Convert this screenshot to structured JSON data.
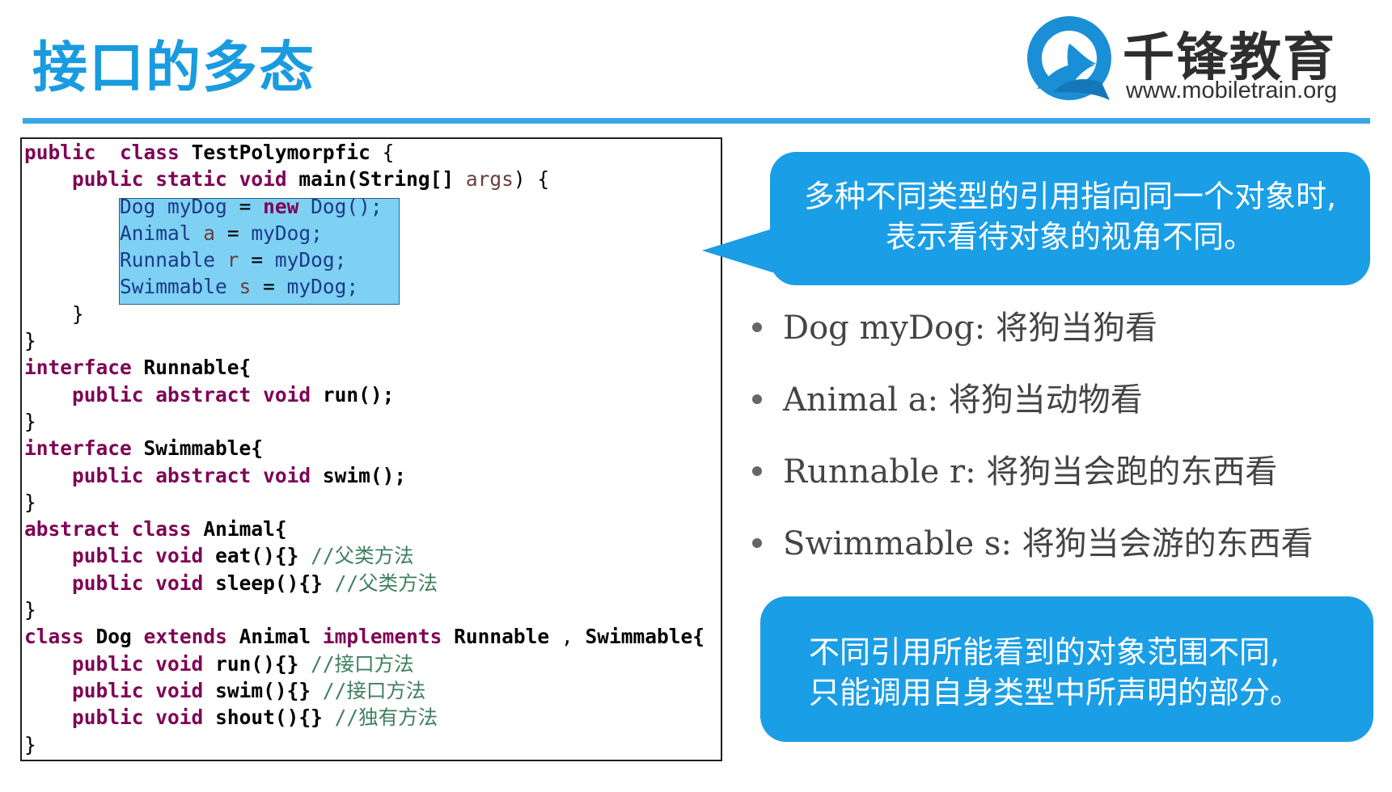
{
  "title": "接口的多态",
  "logo": {
    "name": "千锋教育",
    "url": "www.mobiletrain.org"
  },
  "code": {
    "lines": [
      [
        [
          "kw",
          "public"
        ],
        [
          "",
          "  "
        ],
        [
          "kw",
          "class"
        ],
        [
          "",
          " "
        ],
        [
          "ty",
          "TestPolymorpfic"
        ],
        [
          "",
          " {"
        ]
      ],
      [
        [
          "",
          "    "
        ],
        [
          "kw",
          "public"
        ],
        [
          "",
          " "
        ],
        [
          "kw",
          "static"
        ],
        [
          "",
          " "
        ],
        [
          "kw",
          "void"
        ],
        [
          "",
          " "
        ],
        [
          "ty",
          "main(String[]"
        ],
        [
          "",
          " "
        ],
        [
          "lv",
          "args"
        ],
        [
          "",
          ") {"
        ]
      ],
      [
        [
          "",
          "        "
        ],
        [
          "hv",
          "Dog"
        ],
        [
          "",
          " "
        ],
        [
          "hv",
          "myDog"
        ],
        [
          "",
          " = "
        ],
        [
          "kw",
          "new"
        ],
        [
          "",
          " "
        ],
        [
          "hv",
          "Dog();"
        ]
      ],
      [
        [
          "",
          "        "
        ],
        [
          "hv",
          "Animal"
        ],
        [
          "",
          " "
        ],
        [
          "lv",
          "a"
        ],
        [
          "",
          " = "
        ],
        [
          "hv",
          "myDog;"
        ]
      ],
      [
        [
          "",
          "        "
        ],
        [
          "hv",
          "Runnable"
        ],
        [
          "",
          " "
        ],
        [
          "lv",
          "r"
        ],
        [
          "",
          " = "
        ],
        [
          "hv",
          "myDog;"
        ]
      ],
      [
        [
          "",
          "        "
        ],
        [
          "hv",
          "Swimmable"
        ],
        [
          "",
          " "
        ],
        [
          "lv",
          "s"
        ],
        [
          "",
          " = "
        ],
        [
          "hv",
          "myDog;"
        ]
      ],
      [
        [
          "",
          "    }"
        ]
      ],
      [
        [
          "",
          "}"
        ]
      ],
      [
        [
          "kw",
          "interface"
        ],
        [
          "",
          " "
        ],
        [
          "ty",
          "Runnable{"
        ]
      ],
      [
        [
          "",
          "    "
        ],
        [
          "kw",
          "public"
        ],
        [
          "",
          " "
        ],
        [
          "kw",
          "abstract"
        ],
        [
          "",
          " "
        ],
        [
          "kw",
          "void"
        ],
        [
          "",
          " "
        ],
        [
          "ty",
          "run();"
        ]
      ],
      [
        [
          "",
          "}"
        ]
      ],
      [
        [
          "kw",
          "interface"
        ],
        [
          "",
          " "
        ],
        [
          "ty",
          "Swimmable{"
        ]
      ],
      [
        [
          "",
          "    "
        ],
        [
          "kw",
          "public"
        ],
        [
          "",
          " "
        ],
        [
          "kw",
          "abstract"
        ],
        [
          "",
          " "
        ],
        [
          "kw",
          "void"
        ],
        [
          "",
          " "
        ],
        [
          "ty",
          "swim();"
        ]
      ],
      [
        [
          "",
          "}"
        ]
      ],
      [
        [
          "kw",
          "abstract"
        ],
        [
          "",
          " "
        ],
        [
          "kw",
          "class"
        ],
        [
          "",
          " "
        ],
        [
          "ty",
          "Animal{"
        ]
      ],
      [
        [
          "",
          "    "
        ],
        [
          "kw",
          "public"
        ],
        [
          "",
          " "
        ],
        [
          "kw",
          "void"
        ],
        [
          "",
          " "
        ],
        [
          "ty",
          "eat(){}"
        ],
        [
          "",
          " "
        ],
        [
          "cm",
          "//父类方法"
        ]
      ],
      [
        [
          "",
          "    "
        ],
        [
          "kw",
          "public"
        ],
        [
          "",
          " "
        ],
        [
          "kw",
          "void"
        ],
        [
          "",
          " "
        ],
        [
          "ty",
          "sleep(){}"
        ],
        [
          "",
          " "
        ],
        [
          "cm",
          "//父类方法"
        ]
      ],
      [
        [
          "",
          "}"
        ]
      ],
      [
        [
          "kw",
          "class"
        ],
        [
          "",
          " "
        ],
        [
          "ty",
          "Dog"
        ],
        [
          "",
          " "
        ],
        [
          "kw",
          "extends"
        ],
        [
          "",
          " "
        ],
        [
          "ty",
          "Animal"
        ],
        [
          "",
          " "
        ],
        [
          "kw",
          "implements"
        ],
        [
          "",
          " "
        ],
        [
          "ty",
          "Runnable"
        ],
        [
          "",
          " , "
        ],
        [
          "ty",
          "Swimmable{"
        ]
      ],
      [
        [
          "",
          "    "
        ],
        [
          "kw",
          "public"
        ],
        [
          "",
          " "
        ],
        [
          "kw",
          "void"
        ],
        [
          "",
          " "
        ],
        [
          "ty",
          "run(){}"
        ],
        [
          "",
          " "
        ],
        [
          "cm",
          "//接口方法"
        ]
      ],
      [
        [
          "",
          "    "
        ],
        [
          "kw",
          "public"
        ],
        [
          "",
          " "
        ],
        [
          "kw",
          "void"
        ],
        [
          "",
          " "
        ],
        [
          "ty",
          "swim(){}"
        ],
        [
          "",
          " "
        ],
        [
          "cm",
          "//接口方法"
        ]
      ],
      [
        [
          "",
          "    "
        ],
        [
          "kw",
          "public"
        ],
        [
          "",
          " "
        ],
        [
          "kw",
          "void"
        ],
        [
          "",
          " "
        ],
        [
          "ty",
          "shout(){}"
        ],
        [
          "",
          " "
        ],
        [
          "cm",
          "//独有方法"
        ]
      ],
      [
        [
          "",
          "}"
        ]
      ]
    ]
  },
  "callout_top": {
    "line1": "多种不同类型的引用指向同一个对象时,",
    "line2": "表示看待对象的视角不同。"
  },
  "bullets": [
    "Dog myDog: 将狗当狗看",
    "Animal a: 将狗当动物看",
    "Runnable r: 将狗当会跑的东西看",
    "Swimmable s: 将狗当会游的东西看"
  ],
  "callout_bottom": {
    "line1": "不同引用所能看到的对象范围不同,",
    "line2": "只能调用自身类型中所声明的部分。"
  },
  "colors": {
    "accent": "#1a9ee6",
    "title": "#1a9be0",
    "keyword": "#7f0055",
    "comment": "#3f7f5f",
    "highlight": "#7fd1f4"
  }
}
